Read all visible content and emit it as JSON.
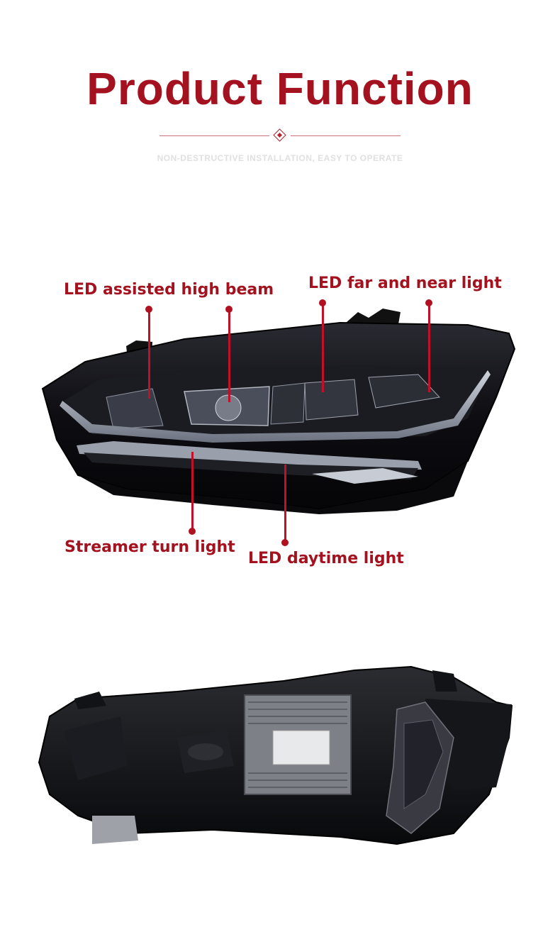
{
  "header": {
    "title": "Product Function",
    "subtitle": "NON-DESTRUCTIVE INSTALLATION, EASY TO OPERATE"
  },
  "callouts": {
    "assisted_high_beam": "LED assisted high beam",
    "far_near_light": "LED far and near light",
    "streamer_turn": "Streamer turn light",
    "daytime_light": "LED daytime light"
  },
  "colors": {
    "accent": "#a3121e",
    "rule": "#c9707a"
  }
}
